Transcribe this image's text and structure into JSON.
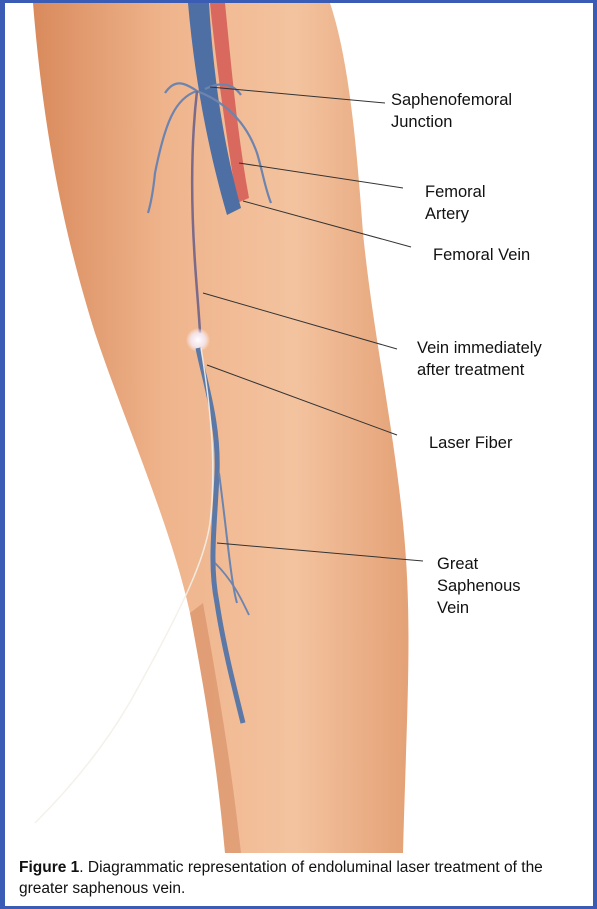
{
  "colors": {
    "border": "#3b5cb4",
    "skin": "#e8a57a",
    "vein": "#4d6fa3",
    "artery": "#d9685e"
  },
  "labels": {
    "saphenofemoral": "Saphenofemoral\nJunction",
    "femoral_artery": "Femoral\nArtery",
    "femoral_vein": "Femoral Vein",
    "vein_after": "Vein immediately\nafter treatment",
    "laser_fiber": "Laser Fiber",
    "great_saphenous": "Great\nSaphenous\nVein"
  },
  "caption": {
    "figure_label": "Figure 1",
    "text": ". Diagrammatic representation of endoluminal laser treatment of the greater saphenous vein."
  }
}
